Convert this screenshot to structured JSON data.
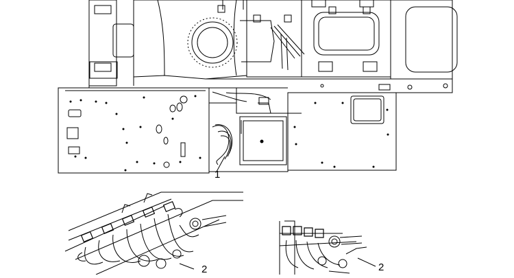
{
  "callouts": {
    "item1": "1",
    "item2_left": "2",
    "item2_right": "2"
  },
  "colors": {
    "ink": "#000000",
    "paper": "#ffffff"
  }
}
